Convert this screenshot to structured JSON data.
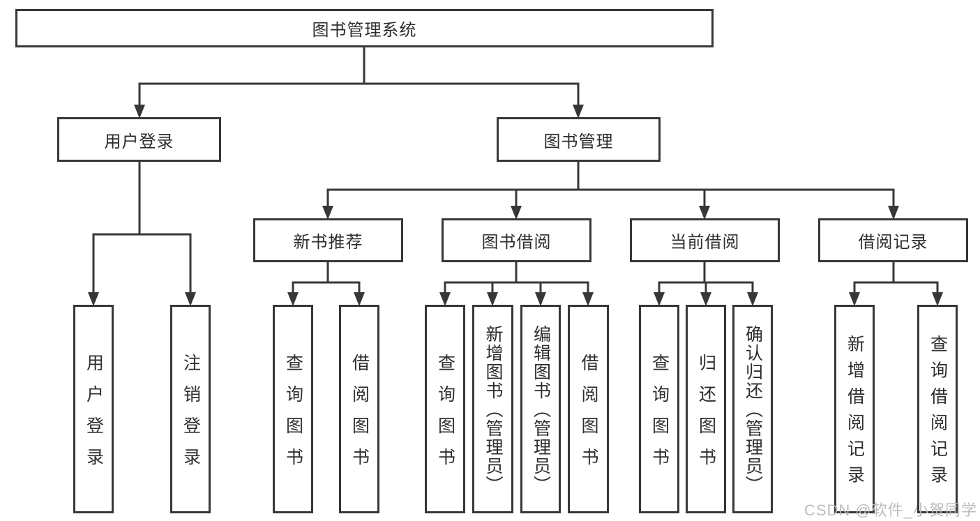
{
  "tree": {
    "label": "图书管理系统",
    "children": [
      {
        "label": "用户登录",
        "children": [
          {
            "label": "用户登录"
          },
          {
            "label": "注销登录"
          }
        ]
      },
      {
        "label": "图书管理",
        "children": [
          {
            "label": "新书推荐",
            "children": [
              {
                "label": "查询图书"
              },
              {
                "label": "借阅图书"
              }
            ]
          },
          {
            "label": "图书借阅",
            "children": [
              {
                "label": "查询图书"
              },
              {
                "label": "新增图书（管理员）"
              },
              {
                "label": "编辑图书（管理员）"
              },
              {
                "label": "借阅图书"
              }
            ]
          },
          {
            "label": "当前借阅",
            "children": [
              {
                "label": "查询图书"
              },
              {
                "label": "归还图书"
              },
              {
                "label": "确认归还（管理员）"
              }
            ]
          },
          {
            "label": "借阅记录",
            "children": [
              {
                "label": "新增借阅记录"
              },
              {
                "label": "查询借阅记录"
              }
            ]
          }
        ]
      }
    ]
  },
  "watermark": "CSDN @软件_小贺同学",
  "colors": {
    "line": "#373737",
    "box_fill": "#ffffff",
    "text": "#2d2d2d",
    "watermark": "#b9b9b9",
    "background": "#ffffff"
  }
}
